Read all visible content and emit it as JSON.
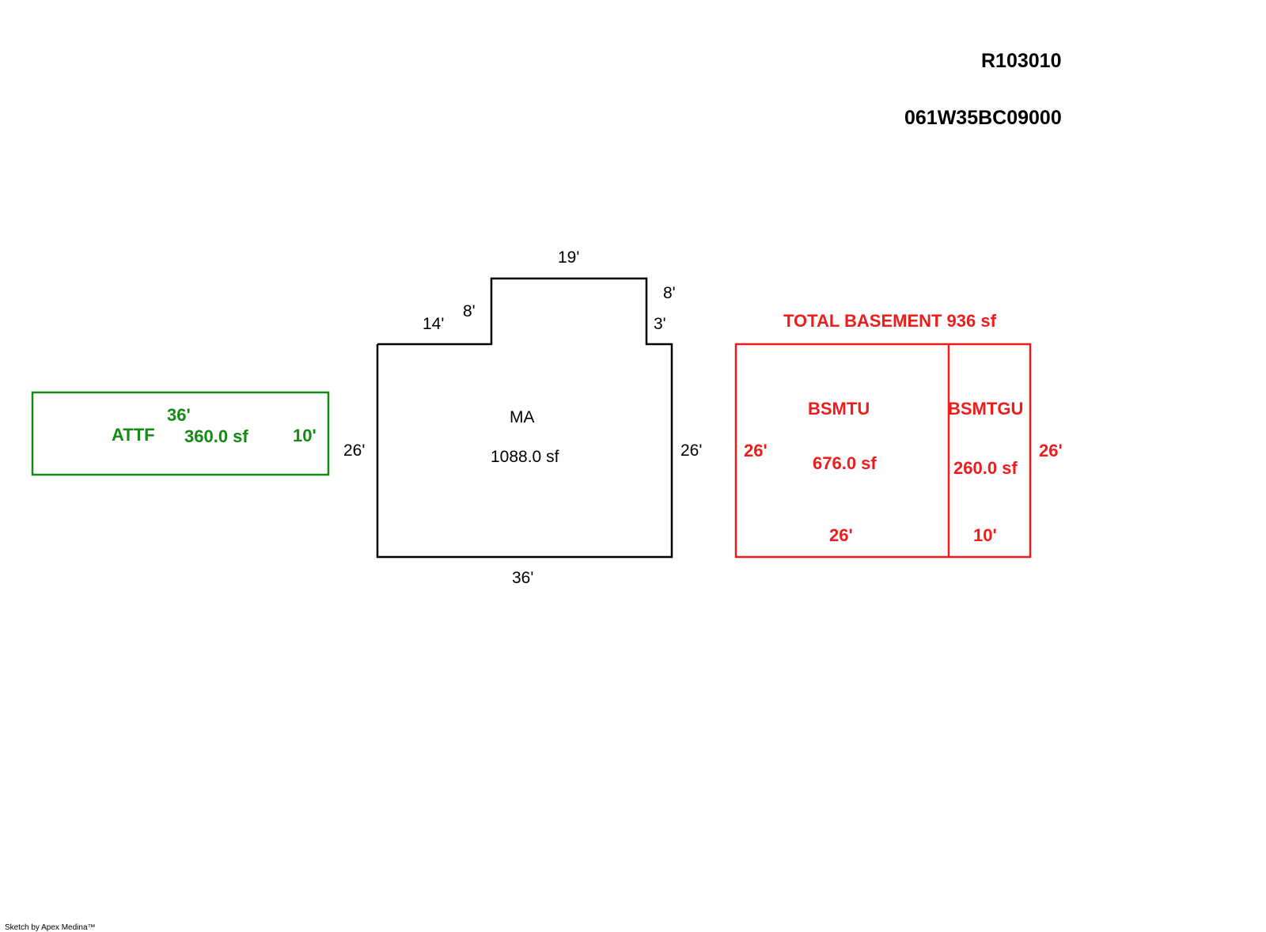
{
  "header": {
    "account_id": "R103010",
    "map_tax_lot": "061W35BC09000"
  },
  "colors": {
    "attf": "#138a13",
    "main_area": "#000000",
    "basement": "#ee1c1c"
  },
  "attf": {
    "label": "ATTF",
    "area": "360.0 sf",
    "dim_length": "36'",
    "dim_width": "10'"
  },
  "main_area": {
    "label": "MA",
    "area": "1088.0 sf",
    "dim_top": "19'",
    "dim_step_left_vertical": "8'",
    "dim_step_left_horizontal": "14'",
    "dim_step_right_vertical": "8'",
    "dim_step_right_horizontal": "3'",
    "dim_left": "26'",
    "dim_right": "26'",
    "dim_bottom": "36'"
  },
  "basement": {
    "total_label": "TOTAL BASEMENT 936 sf",
    "unfinished": {
      "label": "BSMTU",
      "area": "676.0 sf",
      "dim_left": "26'",
      "dim_bottom": "26'"
    },
    "garage_unfinished": {
      "label": "BSMTGU",
      "area": "260.0 sf",
      "dim_right": "26'",
      "dim_bottom": "10'"
    }
  },
  "footer": {
    "credit": "Sketch by Apex Medina™"
  }
}
